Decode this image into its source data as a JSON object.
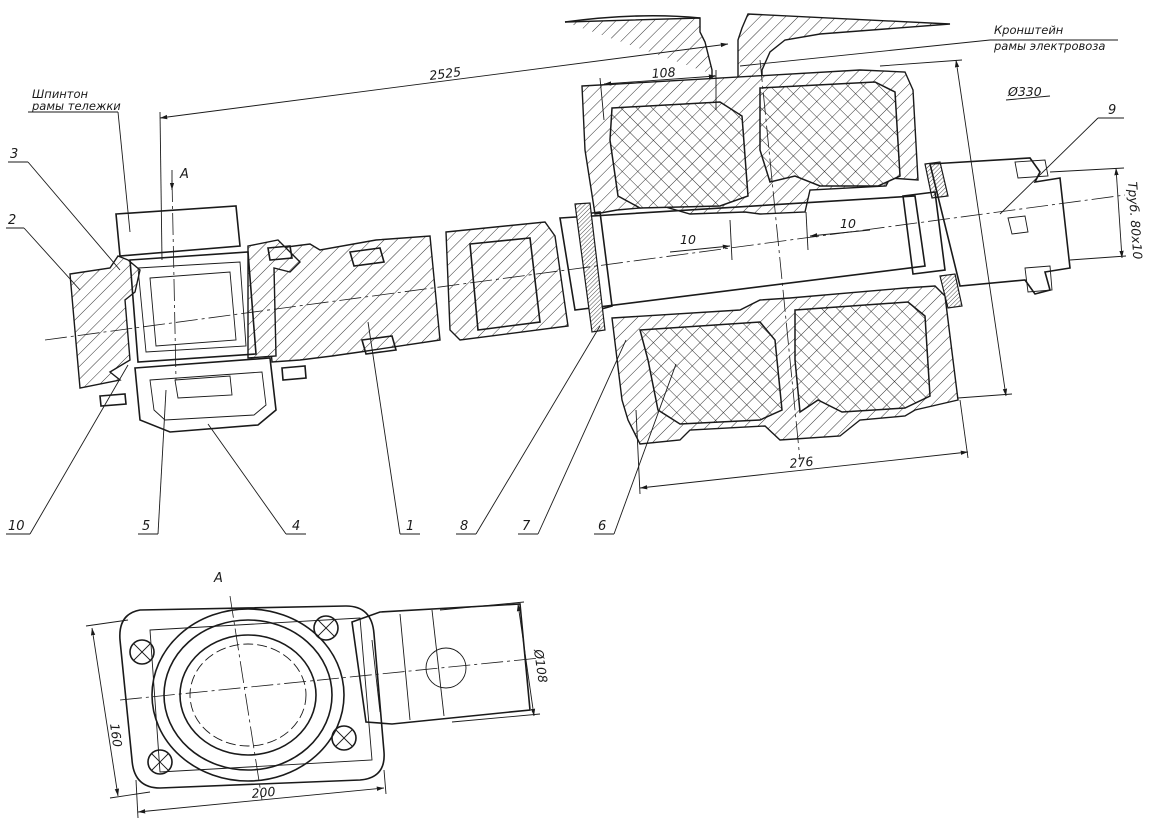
{
  "view_label": "A",
  "arrow_label": "A",
  "notes": {
    "bracket_line1": "Кронштейн",
    "bracket_line2": "рамы электровоза",
    "pin_line1": "Шпинтон",
    "pin_line2": "рамы тележки"
  },
  "dimensions": {
    "length_total": "2525",
    "width_108": "108",
    "diameter_330": "Ø330",
    "gap_left": "10",
    "gap_right": "10",
    "width_276": "276",
    "pipe": "Труб. 80x10",
    "height_160": "160",
    "width_200": "200",
    "diameter_108": "Ø108"
  },
  "callouts": [
    "1",
    "2",
    "3",
    "4",
    "5",
    "6",
    "7",
    "8",
    "9",
    "10"
  ]
}
